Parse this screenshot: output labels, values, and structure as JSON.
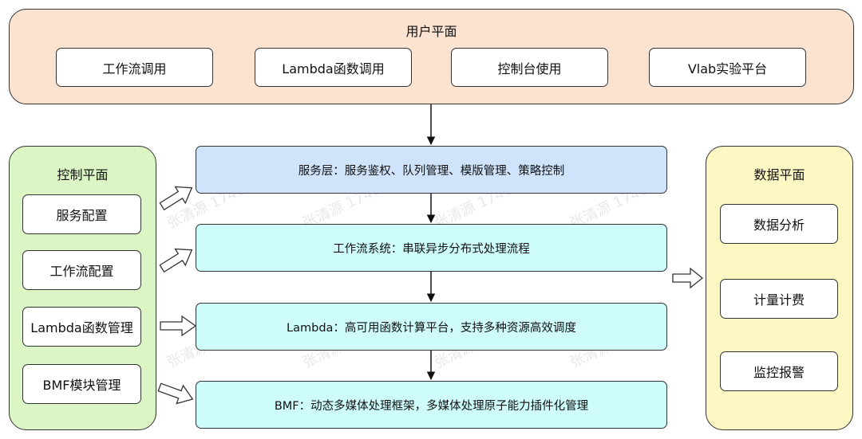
{
  "colors": {
    "user_plane_fill": "#fce3cf",
    "control_plane_fill": "#dbf5c4",
    "data_plane_fill": "#fdf7c4",
    "service_layer_fill": "#cfe3fb",
    "system_layer_fill": "#cdfcfb",
    "stroke": "#333333"
  },
  "user_plane": {
    "title": "用户平面",
    "items": [
      "工作流调用",
      "Lambda函数调用",
      "控制台使用",
      "Vlab实验平台"
    ]
  },
  "control_plane": {
    "title": "控制平面",
    "items": [
      "服务配置",
      "工作流配置",
      "Lambda函数管理",
      "BMF模块管理"
    ]
  },
  "data_plane": {
    "title": "数据平面",
    "items": [
      "数据分析",
      "计量计费",
      "监控报警"
    ]
  },
  "layers": [
    "服务层：服务鉴权、队列管理、模版管理、策略控制",
    "工作流系统：串联异步分布式处理流程",
    "Lambda：高可用函数计算平台，支持多种资源高效调度",
    "BMF：动态多媒体处理框架，多媒体处理原子能力插件化管理"
  ],
  "watermark": "张清源 1746"
}
